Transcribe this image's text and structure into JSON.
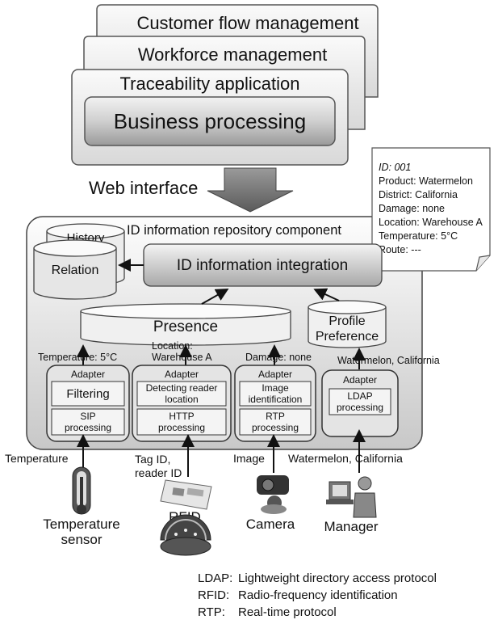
{
  "apps": {
    "customer_flow": "Customer flow management",
    "workforce": "Workforce management",
    "traceability": "Traceability application",
    "business": "Business  processing"
  },
  "web_interface": "Web interface",
  "repository_title": "ID information repository component",
  "id_card": {
    "id": "ID: 001",
    "lines": [
      "Product: Watermelon",
      "District: California",
      "Damage: none",
      "Location: Warehouse A",
      "Temperature: 5°C",
      "Route: ---"
    ]
  },
  "history": "History",
  "relation": "Relation",
  "integration": "ID information integration",
  "presence": "Presence",
  "profile": [
    "Profile",
    "Preference"
  ],
  "presence_inputs": {
    "temperature": "Temperature: 5°C",
    "location": [
      "Location:",
      "Warehouse A"
    ],
    "damage": "Damage: none",
    "watermelon": "Watermelon, California"
  },
  "adapters": {
    "title": "Adapter",
    "sip": {
      "filter": "Filtering",
      "proc": [
        "SIP",
        "processing"
      ]
    },
    "http": {
      "detect": [
        "Detecting reader",
        "location"
      ],
      "proc": [
        "HTTP",
        "processing"
      ]
    },
    "rtp": {
      "image": [
        "Image",
        "identification"
      ],
      "proc": [
        "RTP",
        "processing"
      ]
    },
    "ldap": {
      "proc": [
        "LDAP",
        "processing"
      ]
    }
  },
  "sources": {
    "temperature_in": "Temperature",
    "tag_in": [
      "Tag ID,",
      "reader ID"
    ],
    "image_in": "Image",
    "manager_in": "Watermelon, California",
    "temp_sensor": [
      "Temperature",
      "sensor"
    ],
    "rfid": "RFID",
    "camera": "Camera",
    "manager": "Manager"
  },
  "legend": [
    {
      "abbr": "LDAP:",
      "desc": "Lightweight directory access protocol"
    },
    {
      "abbr": "RFID:",
      "desc": "Radio-frequency identification"
    },
    {
      "abbr": "RTP:",
      "desc": "Real-time protocol"
    }
  ]
}
